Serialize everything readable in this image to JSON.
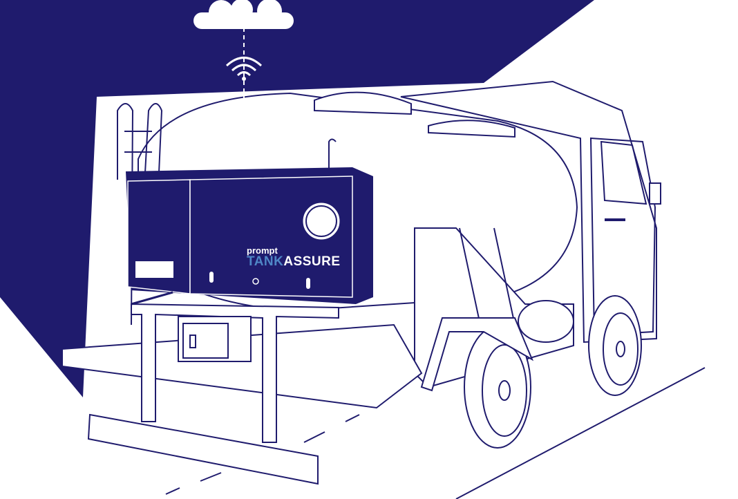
{
  "logo": {
    "brand": "prompt",
    "product_part1": "TANK",
    "product_part2": "ASSURE"
  },
  "colors": {
    "navy": "#1f1b6d",
    "accent_blue": "#4f86c6",
    "background": "#ffffff"
  },
  "icons": [
    "cloud-icon",
    "wifi-icon"
  ]
}
